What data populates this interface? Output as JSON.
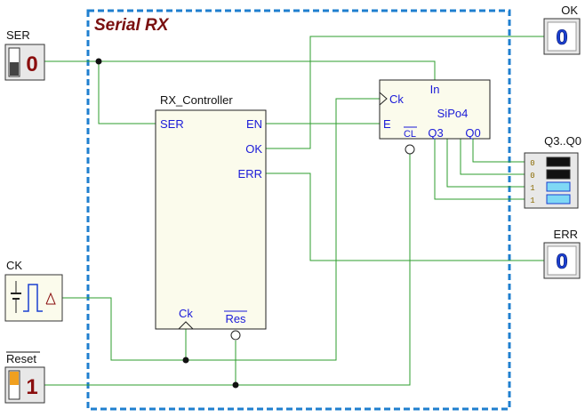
{
  "diagram": {
    "title": "Serial RX",
    "controller": {
      "name": "RX_Controller",
      "pins": {
        "ser": "SER",
        "en": "EN",
        "ok": "OK",
        "err": "ERR",
        "ck": "Ck",
        "res": "Res"
      }
    },
    "register": {
      "name": "SiPo4",
      "pins": {
        "ck": "Ck",
        "in": "In",
        "e": "E",
        "cl": "CL",
        "q3": "Q3",
        "q0": "Q0"
      }
    },
    "inputs": {
      "ser": {
        "label": "SER",
        "value": "0"
      },
      "ck": {
        "label": "CK"
      },
      "reset": {
        "label": "Reset",
        "value": "1"
      }
    },
    "outputs": {
      "ok": {
        "label": "OK",
        "value": "0"
      },
      "err": {
        "label": "ERR",
        "value": "0"
      },
      "q": {
        "label": "Q3..Q0",
        "bits": [
          "0",
          "0",
          "1",
          "1"
        ]
      }
    },
    "colors": {
      "wire": "#2e9e2e",
      "frame": "#1f7fcf",
      "component_fill": "#fbfbec",
      "pin_text": "#1a1ad8",
      "display_blue": "#1a3fd0",
      "input_red": "#8a0e0e"
    }
  }
}
